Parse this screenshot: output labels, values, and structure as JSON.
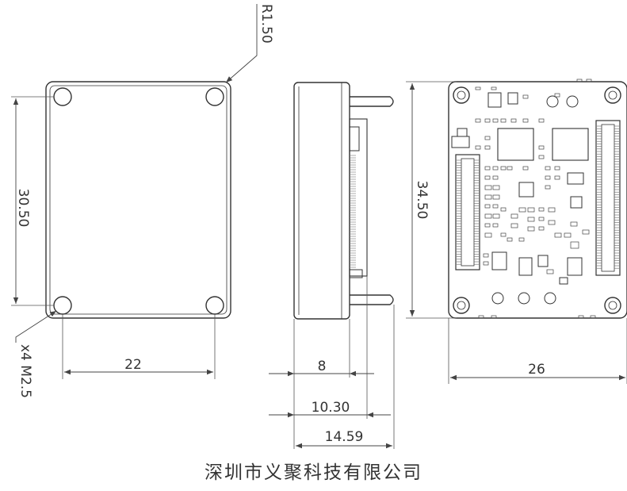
{
  "dimensions": {
    "radius": "R1.50",
    "height_inner": "30.50",
    "width_holes": "22",
    "holes": "x4 M2.5",
    "depth_8": "8",
    "depth_10": "10.30",
    "depth_14": "14.59",
    "height_total": "34.50",
    "width_total": "26"
  },
  "company_name": "深圳市义聚科技有限公司",
  "colors": {
    "line": "#333333",
    "dim": "#555555",
    "hatch": "#777777"
  }
}
